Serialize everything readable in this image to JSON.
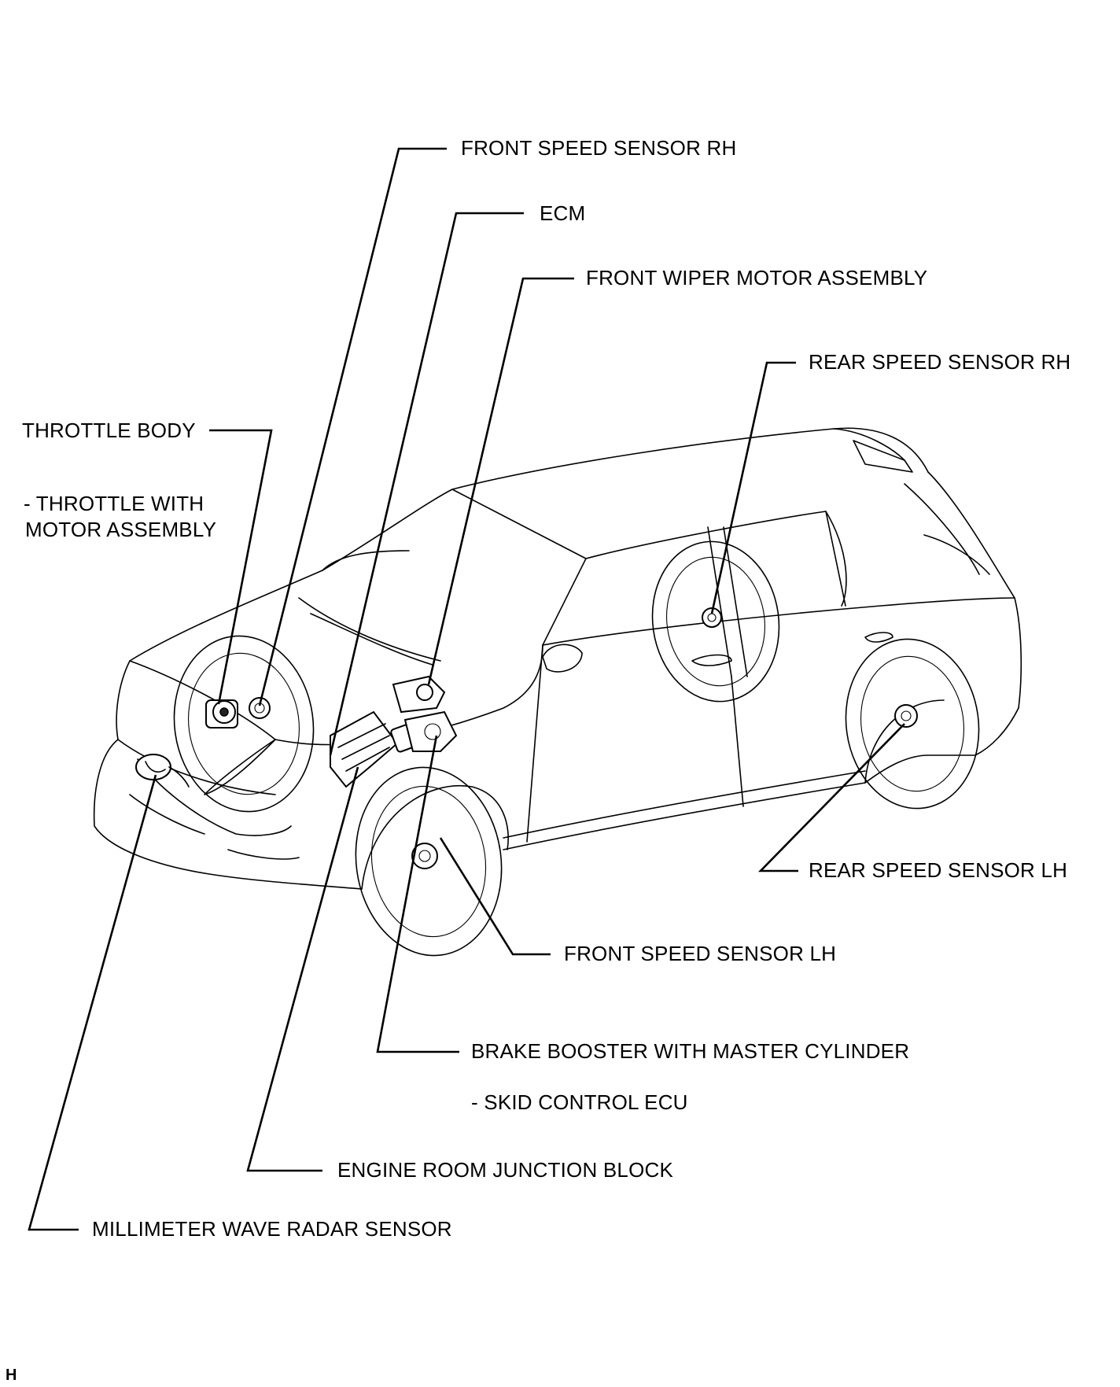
{
  "labels": {
    "front_speed_sensor_rh": "FRONT SPEED SENSOR RH",
    "ecm": "ECM",
    "front_wiper_motor_assembly": "FRONT WIPER MOTOR ASSEMBLY",
    "rear_speed_sensor_rh": "REAR SPEED SENSOR RH",
    "throttle_body": "THROTTLE BODY",
    "throttle_with_motor_line1": "- THROTTLE WITH",
    "throttle_with_motor_line2": "MOTOR ASSEMBLY",
    "rear_speed_sensor_lh": "REAR SPEED SENSOR LH",
    "front_speed_sensor_lh": "FRONT SPEED SENSOR LH",
    "brake_booster": "BRAKE BOOSTER WITH MASTER CYLINDER",
    "skid_control_ecu": "- SKID CONTROL ECU",
    "engine_room_junction_block": "ENGINE ROOM JUNCTION BLOCK",
    "millimeter_wave_radar_sensor": "MILLIMETER WAVE RADAR SENSOR"
  },
  "figure_code": "H"
}
